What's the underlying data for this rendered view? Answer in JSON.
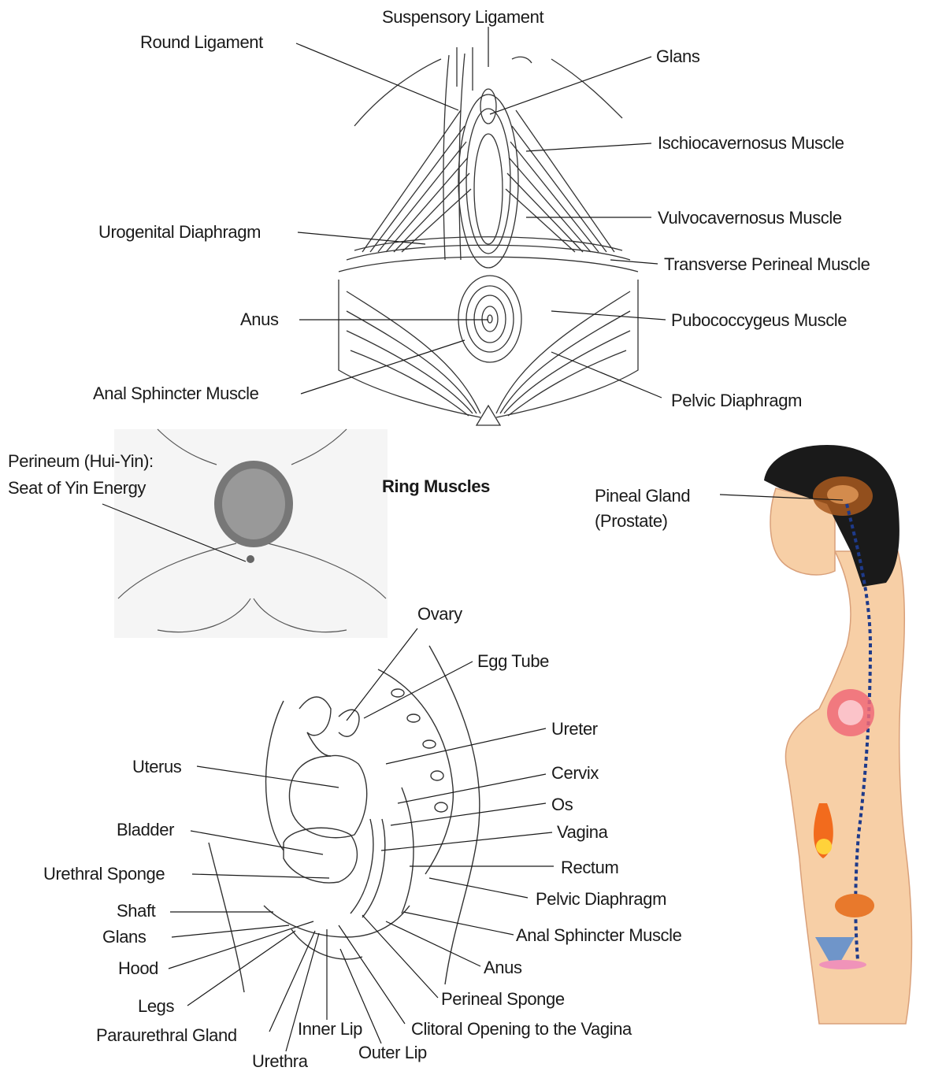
{
  "top_diagram": {
    "labels": {
      "suspensory_ligament": "Suspensory Ligament",
      "round_ligament": "Round Ligament",
      "glans": "Glans",
      "ischiocavernosus": "Ischiocavernosus Muscle",
      "vulvocavernosus": "Vulvocavernosus Muscle",
      "urogenital_diaphragm": "Urogenital Diaphragm",
      "transverse_perineal": "Transverse Perineal Muscle",
      "anus": "Anus",
      "pubococcygeus": "Pubococcygeus Muscle",
      "anal_sphincter": "Anal Sphincter Muscle",
      "pelvic_diaphragm": "Pelvic Diaphragm"
    }
  },
  "middle": {
    "perineum_line1": "Perineum (Hui-Yin):",
    "perineum_line2": "Seat of Yin Energy",
    "title": "Ring Muscles"
  },
  "right_figure": {
    "pineal_line1": "Pineal Gland",
    "pineal_line2": "(Prostate)"
  },
  "bottom_diagram": {
    "labels": {
      "ovary": "Ovary",
      "egg_tube": "Egg Tube",
      "ureter": "Ureter",
      "uterus": "Uterus",
      "cervix": "Cervix",
      "os": "Os",
      "bladder": "Bladder",
      "vagina": "Vagina",
      "urethral_sponge": "Urethral Sponge",
      "rectum": "Rectum",
      "shaft": "Shaft",
      "pelvic_diaphragm": "Pelvic Diaphragm",
      "glans": "Glans",
      "anal_sphincter": "Anal Sphincter Muscle",
      "hood": "Hood",
      "anus": "Anus",
      "legs": "Legs",
      "perineal_sponge": "Perineal Sponge",
      "paraurethral_gland": "Paraurethral Gland",
      "inner_lip": "Inner Lip",
      "clitoral_opening": "Clitoral Opening to the Vagina",
      "outer_lip": "Outer Lip",
      "urethra": "Urethra"
    }
  }
}
